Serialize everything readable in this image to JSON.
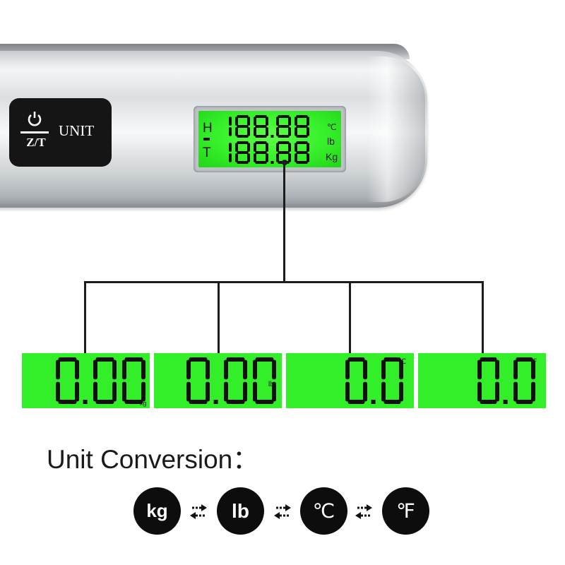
{
  "device": {
    "zt_label": "Z/T",
    "unit_label": "UNIT",
    "lcd": {
      "left_indicators": [
        "H",
        "T"
      ],
      "right_indicators": [
        "℃",
        "lb",
        "Kg"
      ],
      "row1": "188.88",
      "row2": "188.88"
    }
  },
  "panels": [
    {
      "digits": "0.00",
      "unit": "kg"
    },
    {
      "digits": "0.00",
      "unit": "lb"
    },
    {
      "digits": "0.0",
      "unit": "℃"
    },
    {
      "digits": "0.0",
      "unit": "℉"
    }
  ],
  "caption": "Unit Conversion：",
  "chips": [
    "kg",
    "lb",
    "℃",
    "℉"
  ],
  "colors": {
    "lcd_green": "#33ef2a",
    "segment": "#111111",
    "chip": "#0d0d0d"
  }
}
